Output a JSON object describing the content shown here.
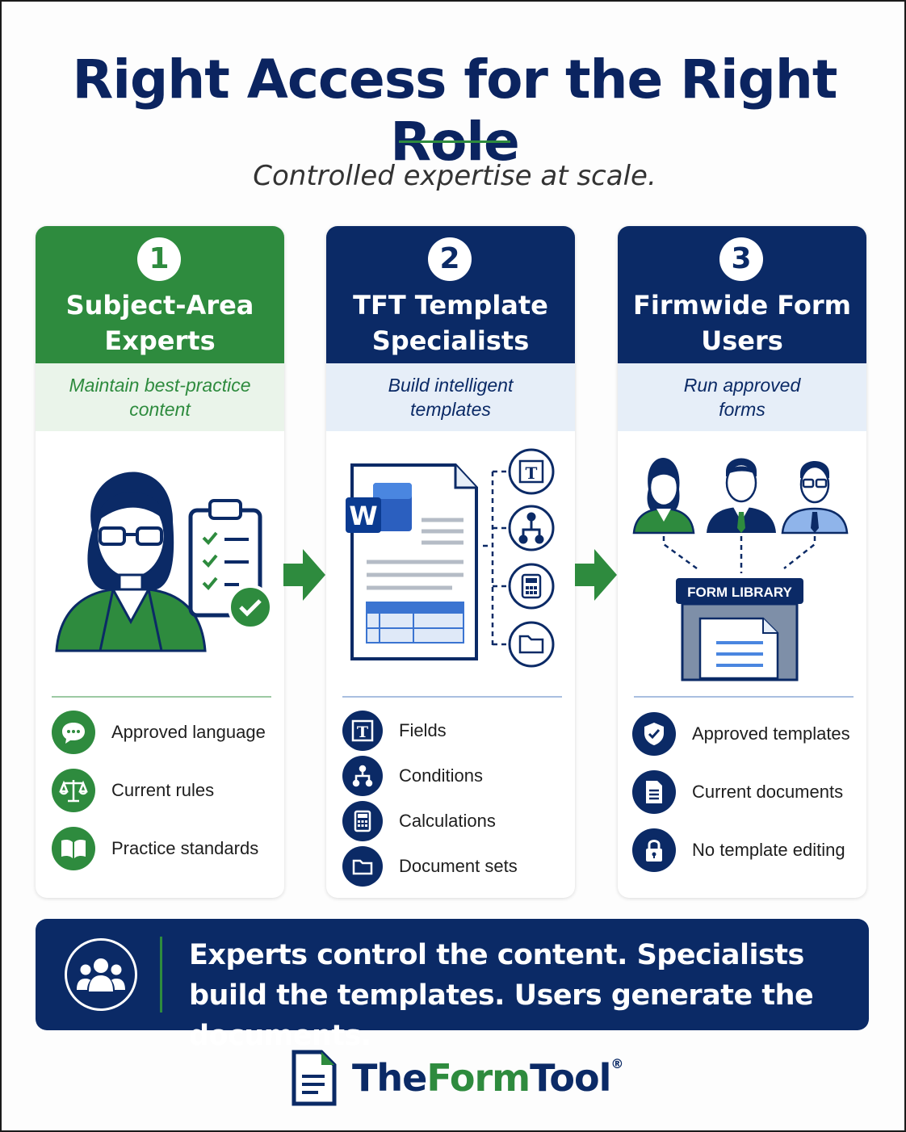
{
  "header": {
    "title": "Right Access for the Right Role",
    "subtitle": "Controlled expertise at scale."
  },
  "colors": {
    "navy": "#0b2a66",
    "green": "#2e8b3e"
  },
  "roles": [
    {
      "number": "1",
      "title_line1": "Subject-Area",
      "title_line2": "Experts",
      "subtitle_line1": "Maintain best-practice",
      "subtitle_line2": "content",
      "illustration": "expert-with-checklist",
      "features": [
        {
          "icon": "speech-bubble-icon",
          "label": "Approved language"
        },
        {
          "icon": "scales-icon",
          "label": "Current rules"
        },
        {
          "icon": "book-icon",
          "label": "Practice standards"
        }
      ]
    },
    {
      "number": "2",
      "title_line1": "TFT Template",
      "title_line2": "Specialists",
      "subtitle_line1": "Build intelligent",
      "subtitle_line2": "templates",
      "illustration": "word-document-template",
      "word_badge": "W",
      "features": [
        {
          "icon": "text-field-icon",
          "label": "Fields"
        },
        {
          "icon": "branch-icon",
          "label": "Conditions"
        },
        {
          "icon": "calculator-icon",
          "label": "Calculations"
        },
        {
          "icon": "folder-icon",
          "label": "Document sets"
        }
      ]
    },
    {
      "number": "3",
      "title_line1": "Firmwide Form",
      "title_line2": "Users",
      "subtitle_line1": "Run approved",
      "subtitle_line2": "forms",
      "illustration": "users-form-library",
      "library_label": "FORM LIBRARY",
      "features": [
        {
          "icon": "shield-check-icon",
          "label": "Approved templates"
        },
        {
          "icon": "document-icon",
          "label": "Current documents"
        },
        {
          "icon": "lock-icon",
          "label": "No template editing"
        }
      ]
    }
  ],
  "banner": {
    "line1": "Experts control the content. Specialists",
    "line2": "build the templates. Users generate the documents.",
    "icon": "team-icon"
  },
  "brand": {
    "part1": "The",
    "part2": "Form",
    "part3": "Tool",
    "mark": "®"
  }
}
